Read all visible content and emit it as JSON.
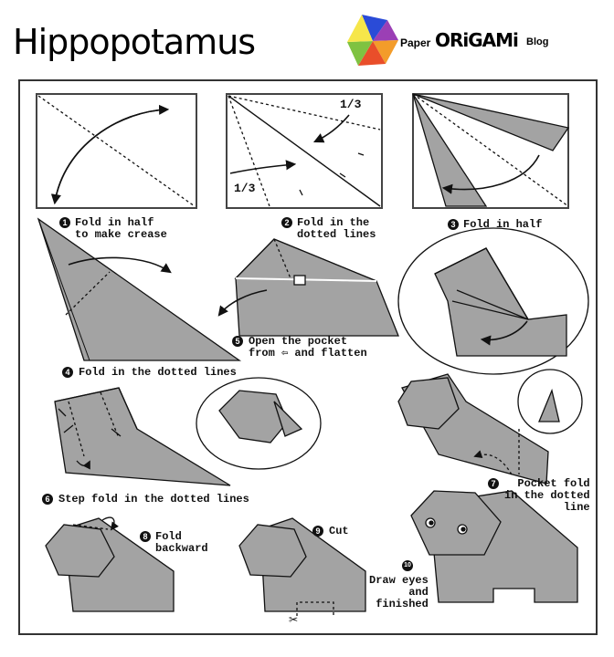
{
  "title": "Hippopotamus",
  "brand": {
    "paper": "Paper",
    "origami": "ORiGAMi",
    "blog": "Blog",
    "colors": [
      "#2a4bd7",
      "#f6e64a",
      "#7fc241",
      "#e94e2a",
      "#9b3fb5",
      "#f39c2a"
    ]
  },
  "fractions": {
    "top_right": "1/3",
    "left": "1/3"
  },
  "steps": [
    {
      "number": "1",
      "label": "Fold in half\nto make crease"
    },
    {
      "number": "2",
      "label": "Fold in the\ndotted lines"
    },
    {
      "number": "3",
      "label": "Fold in half"
    },
    {
      "number": "4",
      "label": "Fold in the dotted lines"
    },
    {
      "number": "5",
      "label": "Open the pocket\nfrom ⇦ and flatten"
    },
    {
      "number": "6",
      "label": "Step fold in the dotted lines"
    },
    {
      "number": "7",
      "label": "Pocket fold\nin the dotted\nline"
    },
    {
      "number": "8",
      "label": "Fold\nbackward"
    },
    {
      "number": "9",
      "label": "Cut"
    },
    {
      "number": "10",
      "label": "Draw eyes\nand\nfinished"
    }
  ],
  "colors": {
    "paper_fill": "#a3a3a3",
    "paper_light": "#ffffff",
    "ink": "#111111"
  }
}
